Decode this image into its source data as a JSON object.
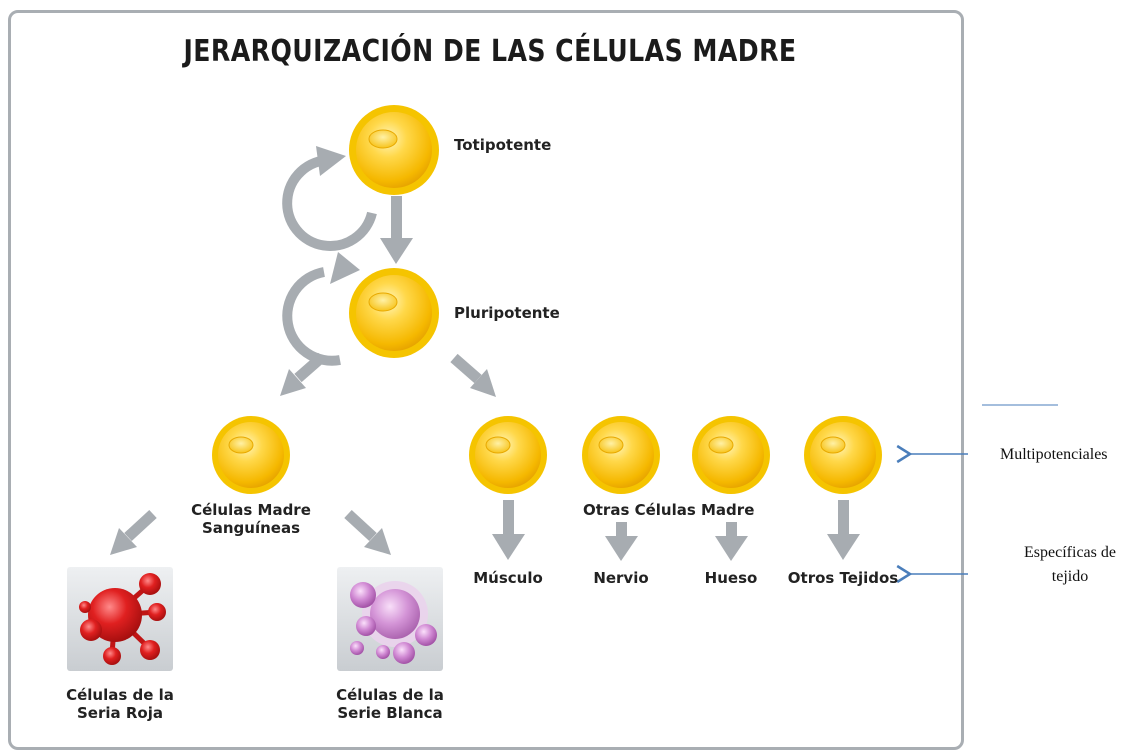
{
  "title": "JERARQUIZACIÓN DE LAS CÉLULAS MADRE",
  "labels": {
    "totipotente": "Totipotente",
    "pluripotente": "Pluripotente",
    "sanguineas": [
      "Células Madre",
      "Sanguíneas"
    ],
    "otras": "Otras Células Madre",
    "musculo": "Músculo",
    "nervio": "Nervio",
    "hueso": "Hueso",
    "otros_tejidos": "Otros Tejidos",
    "serie_roja": [
      "Células de la",
      "Seria Roja"
    ],
    "serie_blanca": [
      "Células de la",
      "Serie Blanca"
    ]
  },
  "annotations": {
    "multipotenciales": "Multipotenciales",
    "especificas": [
      "Específicas de",
      "tejido"
    ]
  },
  "colors": {
    "cell_outer": "#f5c400",
    "cell_inner": "#ffd95a",
    "arrow": "#a7acb1",
    "red_cells": "#d81f1f",
    "white_cells": "#c777c9",
    "annotation_arrow": "#4a7ebb",
    "border": "#a9aeb3"
  }
}
